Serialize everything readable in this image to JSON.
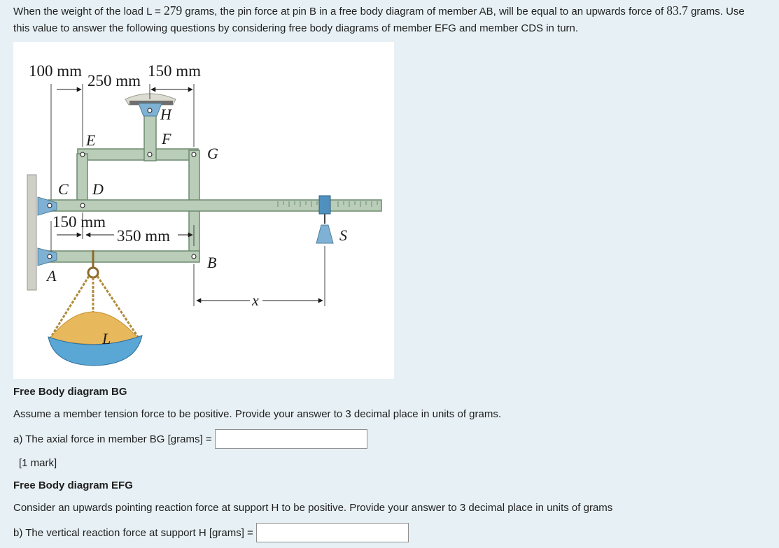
{
  "intro": {
    "t1": "When the weight of the load  L = ",
    "load": "279",
    "t2": " grams, the pin force at pin B in a free body diagram of member AB, will be equal to an upwards force of ",
    "force": "83.7",
    "t3": " grams.  Use this value to answer the following questions by considering free body diagrams of member EFG and member CDS in turn."
  },
  "figure": {
    "dims": {
      "d100": "100 mm",
      "d250": "250 mm",
      "d150_top": "150 mm",
      "d150_left": "150 mm",
      "d350": "350 mm",
      "x": "x"
    },
    "labels": {
      "H": "H",
      "E": "E",
      "F": "F",
      "G": "G",
      "C": "C",
      "D": "D",
      "S": "S",
      "A": "A",
      "B": "B",
      "L": "L"
    }
  },
  "section_bg": {
    "heading": "Free Body diagram BG",
    "instruction": "Assume a member tension force to be positive.  Provide your answer to 3 decimal place in units of grams.",
    "question_a": "a) The axial force in member BG  [grams] =",
    "answer_a": "",
    "mark": "[1 mark]"
  },
  "section_efg": {
    "heading": "Free Body diagram EFG",
    "instruction": "Consider an upwards pointing reaction force at support H to be positive.  Provide your answer to 3 decimal place in units of grams",
    "question_b": "b) The vertical reaction force at support H [grams] =",
    "answer_b": ""
  },
  "colors": {
    "background": "#e7f0f4",
    "member_fill": "#b9cdb8",
    "member_stroke": "#6f8a70",
    "bracket": "#7fb1d4",
    "pan": "#5aa7d6",
    "sand": "#e8b85c"
  }
}
